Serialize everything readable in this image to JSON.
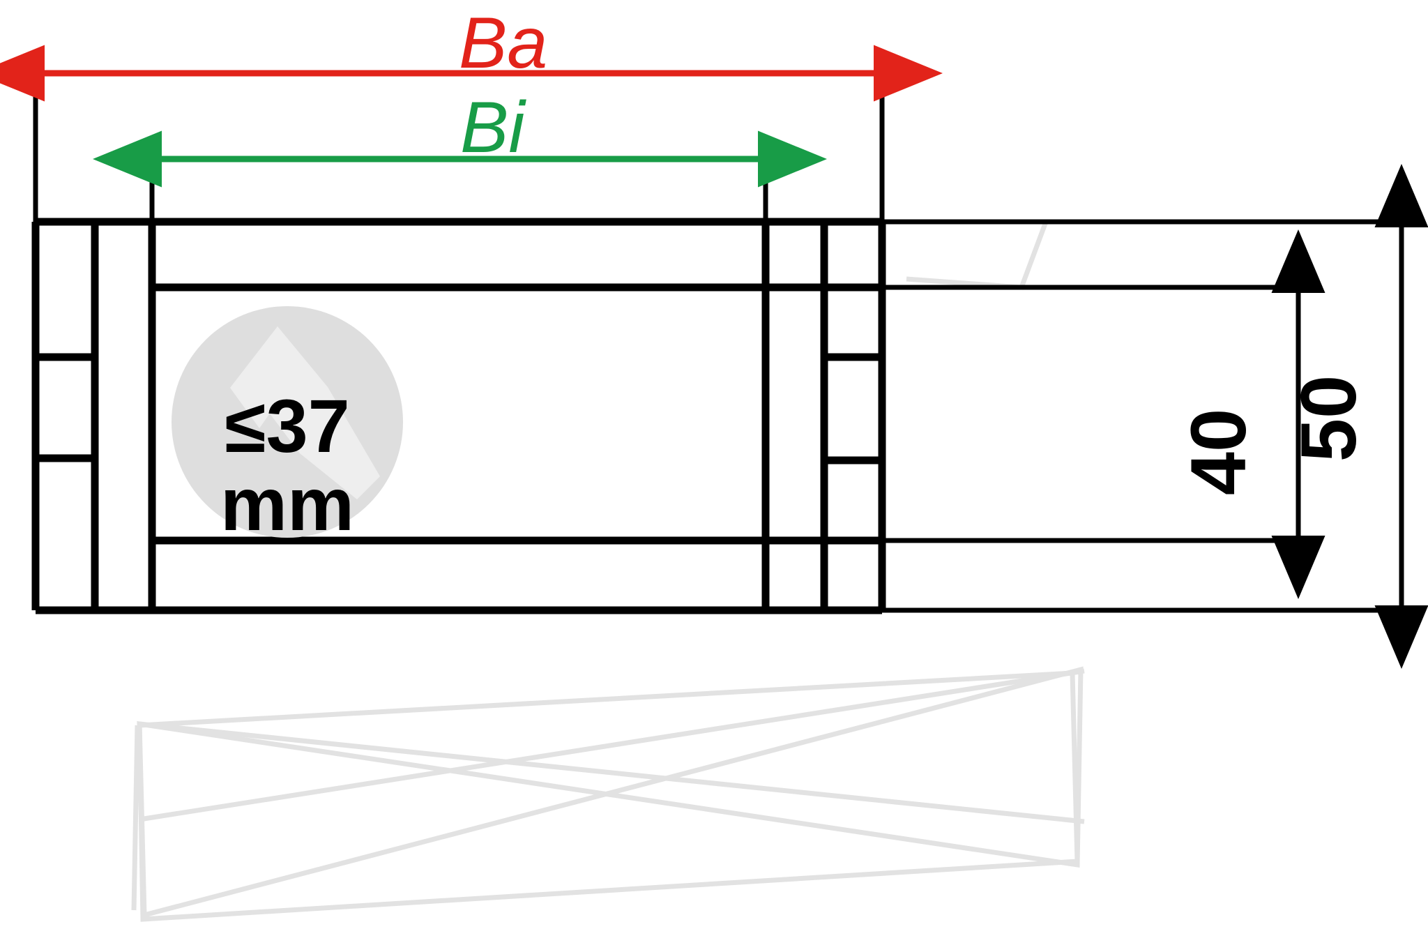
{
  "drawing": {
    "title": "Drawer side dimension diagram",
    "background_color": "#ffffff",
    "line_color": "#000000",
    "ghost_color": "#e2e2e2"
  },
  "dimensions": {
    "outer_width": {
      "label": "Ba",
      "color": "#e2231a",
      "orientation": "horizontal",
      "arrow_style": "double"
    },
    "inner_width": {
      "label": "Bi",
      "color": "#189c47",
      "orientation": "horizontal",
      "arrow_style": "double"
    },
    "inner_height": {
      "label": "40",
      "color": "#000000",
      "orientation": "vertical",
      "arrow_style": "double",
      "unit": "mm"
    },
    "outer_height": {
      "label": "50",
      "color": "#000000",
      "orientation": "vertical",
      "arrow_style": "double",
      "unit": "mm"
    }
  },
  "badge": {
    "line1": "≤37",
    "line2": "mm",
    "circle_color": "#dedede",
    "shape_color": "#eeeeee",
    "icon": "thickness-limit-badge"
  }
}
